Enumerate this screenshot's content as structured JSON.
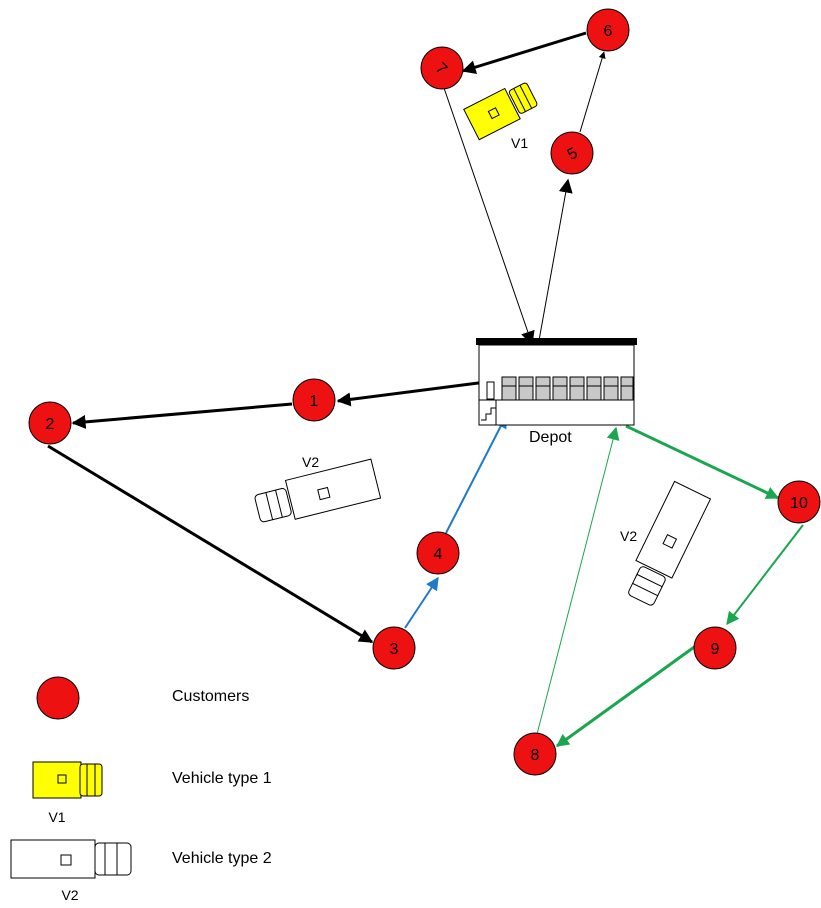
{
  "colors": {
    "customer": "#ee1111",
    "route_black": "#000000",
    "route_blue": "#1f7ac8",
    "route_green": "#1aa64f",
    "vehicle1": "#ffff00",
    "vehicle2": "#ffffff"
  },
  "depot": {
    "label": "Depot"
  },
  "customers": [
    {
      "id": "c1",
      "label": "1"
    },
    {
      "id": "c2",
      "label": "2"
    },
    {
      "id": "c3",
      "label": "3"
    },
    {
      "id": "c4",
      "label": "4"
    },
    {
      "id": "c5",
      "label": "5"
    },
    {
      "id": "c6",
      "label": "6"
    },
    {
      "id": "c7",
      "label": "7"
    },
    {
      "id": "c8",
      "label": "8"
    },
    {
      "id": "c9",
      "label": "9"
    },
    {
      "id": "c10",
      "label": "10"
    }
  ],
  "vehicles": {
    "route_a": "V1",
    "route_b": "V2",
    "route_c": "V2"
  },
  "legend": {
    "customers": "Customers",
    "vehicle_type_1": "Vehicle type 1",
    "vehicle_type_1_tag": "V1",
    "vehicle_type_2": "Vehicle type 2",
    "vehicle_type_2_tag": "V2"
  }
}
